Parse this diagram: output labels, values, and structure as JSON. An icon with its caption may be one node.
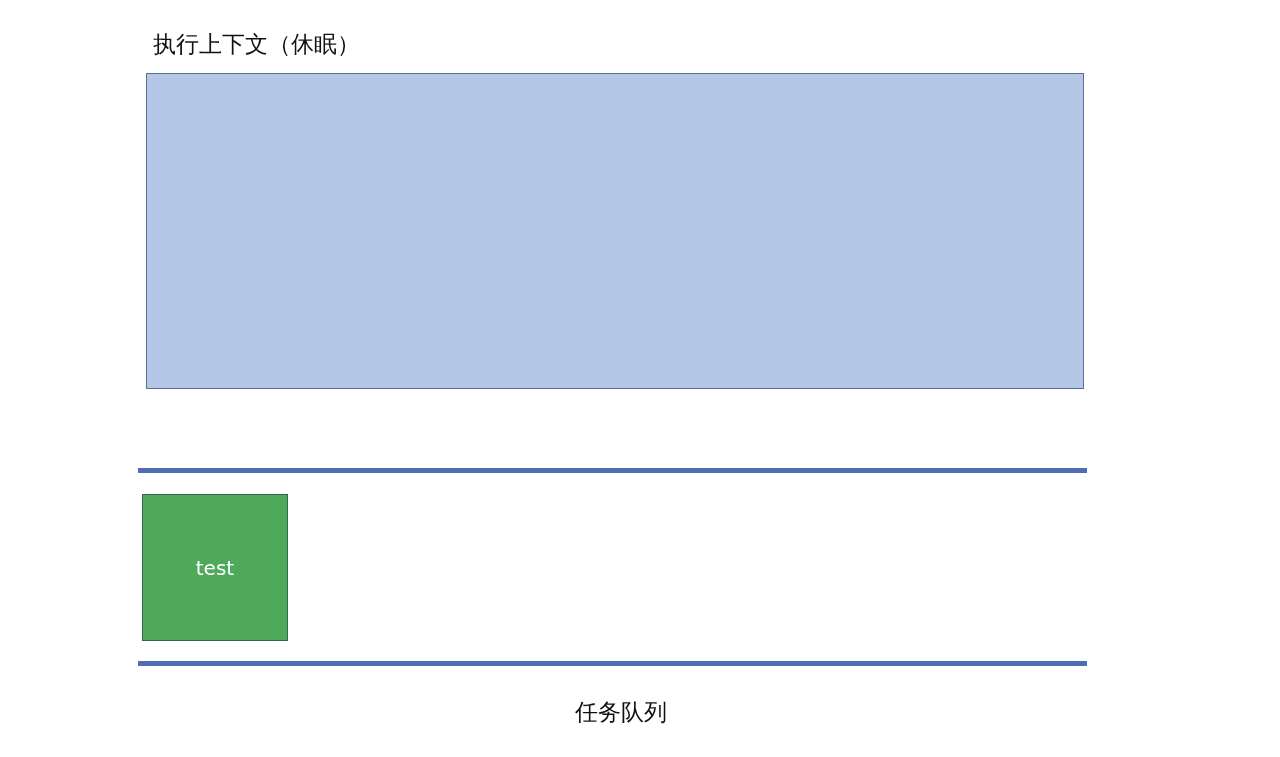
{
  "diagram": {
    "nodes": [
      {
        "text": [
          "执行上下文（休眠）"
        ]
      },
      {
        "text": [
          "任务队列"
        ]
      },
      {
        "text": [
          "test"
        ],
        "in": 1
      }
    ]
  }
}
